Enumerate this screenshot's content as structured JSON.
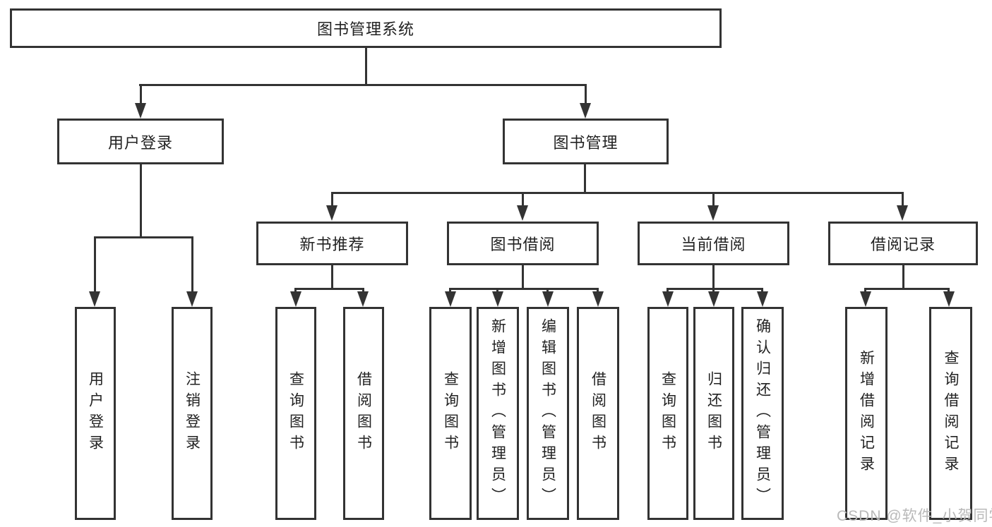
{
  "nodes": {
    "root": "图书管理系统",
    "user_login": "用户登录",
    "book_mgmt": "图书管理",
    "new_books": "新书推荐",
    "book_borrow": "图书借阅",
    "current_borrow": "当前借阅",
    "borrow_records": "借阅记录",
    "leaves": {
      "user_login": [
        "用户登录",
        "注销登录"
      ],
      "new_books": [
        "查询图书",
        "借阅图书"
      ],
      "book_borrow": [
        "查询图书",
        "新增图书（管理员）",
        "编辑图书（管理员）",
        "借阅图书"
      ],
      "current_borrow": [
        "查询图书",
        "归还图书",
        "确认归还（管理员）"
      ],
      "borrow_records": [
        "新增借阅记录",
        "查询借阅记录"
      ]
    }
  },
  "watermark": "CSDN @软件_小贺同学",
  "colors": {
    "line": "#333333",
    "text": "#222222",
    "watermark": "#b9b9b9",
    "background": "#ffffff"
  }
}
